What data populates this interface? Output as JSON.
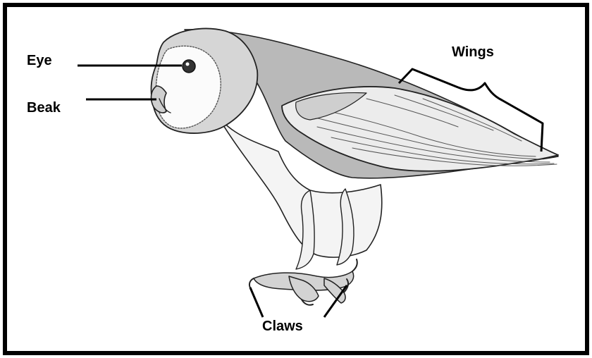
{
  "labels": {
    "eye": "Eye",
    "beak": "Beak",
    "wings": "Wings",
    "claws": "Claws"
  },
  "colors": {
    "border": "#000000",
    "background": "#ffffff",
    "plumage_dark": "#b9b9b9",
    "plumage_mid": "#d9d9d9",
    "plumage_light": "#f4f4f4",
    "outline": "#222222"
  },
  "icons": {
    "subject": "barn-owl-illustration"
  }
}
